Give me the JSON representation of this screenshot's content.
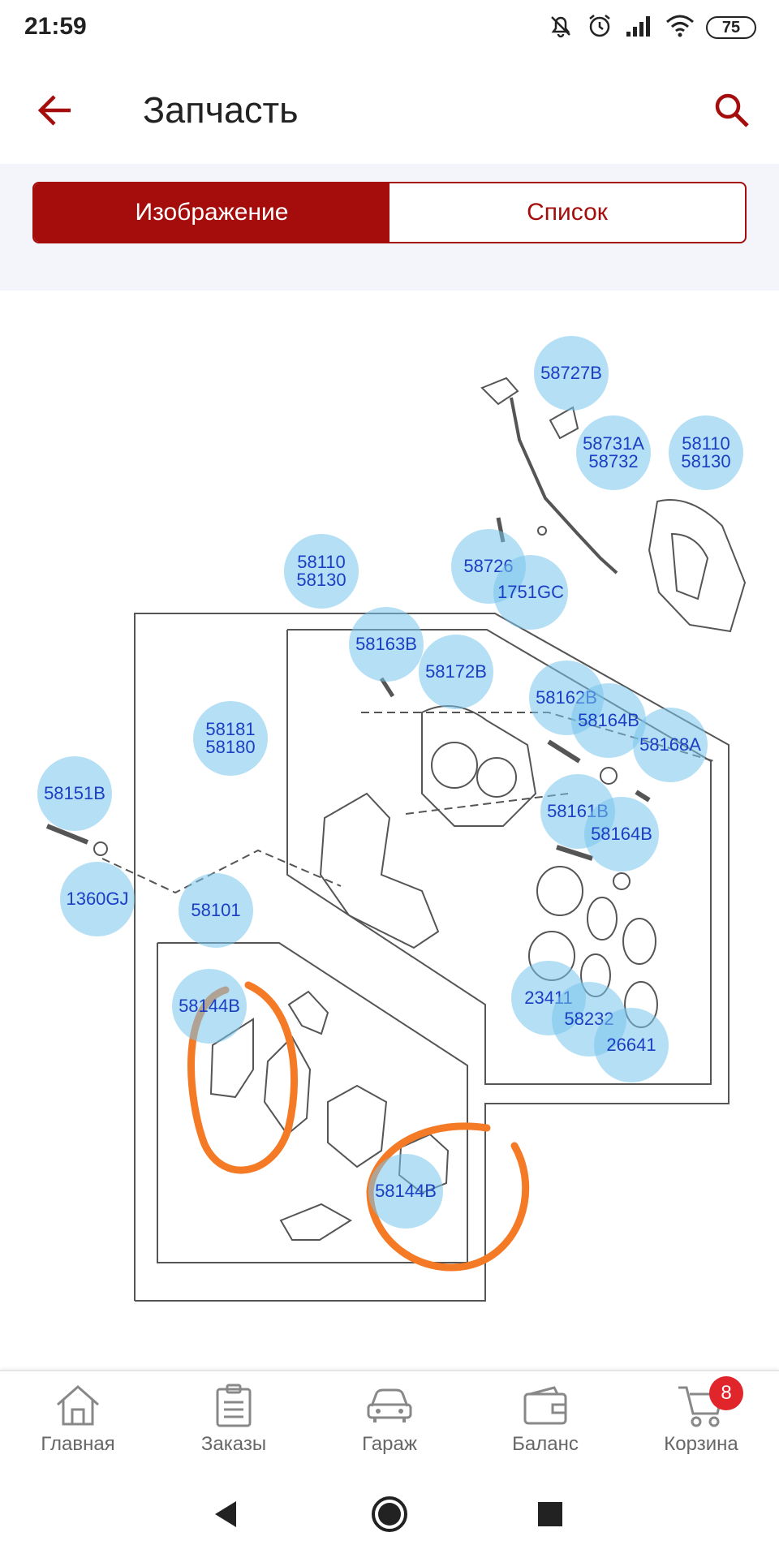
{
  "status_bar": {
    "time": "21:59",
    "battery": "75",
    "icons": [
      "mute-icon",
      "alarm-icon",
      "signal-icon",
      "wifi-icon",
      "battery-icon"
    ]
  },
  "header": {
    "title": "Запчасть",
    "back_icon": "arrow-left-icon",
    "search_icon": "search-icon",
    "accent_color": "#a50d0d"
  },
  "tabs": {
    "items": [
      {
        "label": "Изображение",
        "active": true
      },
      {
        "label": "Список",
        "active": false
      }
    ]
  },
  "diagram": {
    "callouts": [
      {
        "lines": [
          "58727B"
        ]
      },
      {
        "lines": [
          "58731A",
          "58732"
        ]
      },
      {
        "lines": [
          "58110",
          "58130"
        ]
      },
      {
        "lines": [
          "58726"
        ]
      },
      {
        "lines": [
          "1751GC"
        ]
      },
      {
        "lines": [
          "58110",
          "58130"
        ]
      },
      {
        "lines": [
          "58163B"
        ]
      },
      {
        "lines": [
          "58172B"
        ]
      },
      {
        "lines": [
          "58162B"
        ]
      },
      {
        "lines": [
          "58164B"
        ]
      },
      {
        "lines": [
          "58168A"
        ]
      },
      {
        "lines": [
          "58181",
          "58180"
        ]
      },
      {
        "lines": [
          "58151B"
        ]
      },
      {
        "lines": [
          "58161B"
        ]
      },
      {
        "lines": [
          "58164B"
        ]
      },
      {
        "lines": [
          "1360GJ"
        ]
      },
      {
        "lines": [
          "58101"
        ]
      },
      {
        "lines": [
          "58144B"
        ]
      },
      {
        "lines": [
          "23411"
        ]
      },
      {
        "lines": [
          "58232"
        ]
      },
      {
        "lines": [
          "26641"
        ]
      },
      {
        "lines": [
          "58144B"
        ]
      }
    ],
    "callout_color": "#78c4ec",
    "annotation_color": "#f47a26"
  },
  "bottom_nav": {
    "items": [
      {
        "label": "Главная",
        "icon": "home-icon"
      },
      {
        "label": "Заказы",
        "icon": "clipboard-icon"
      },
      {
        "label": "Гараж",
        "icon": "car-icon"
      },
      {
        "label": "Баланс",
        "icon": "wallet-icon"
      },
      {
        "label": "Корзина",
        "icon": "cart-icon",
        "badge": "8"
      }
    ]
  },
  "system_nav": {
    "icons": [
      "back-triangle-icon",
      "home-circle-icon",
      "recents-square-icon"
    ]
  }
}
